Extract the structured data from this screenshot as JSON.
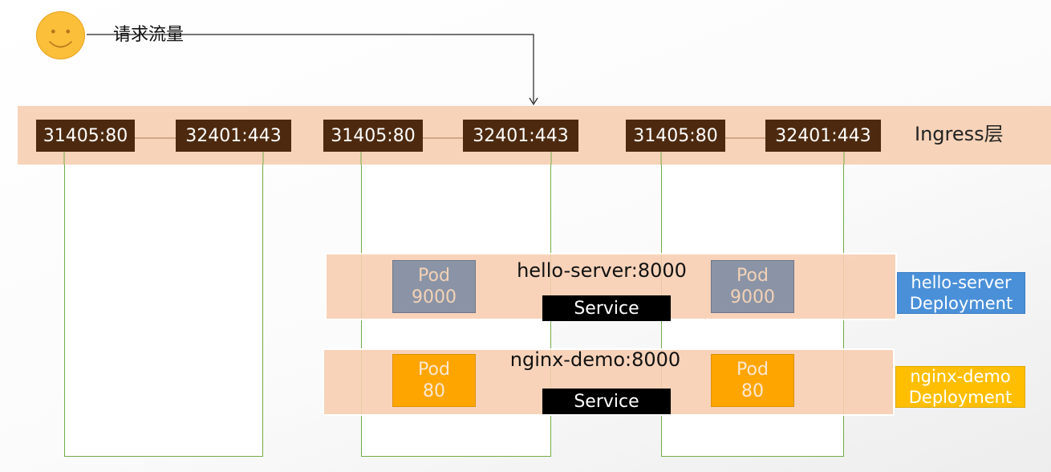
{
  "request": {
    "label": "请求流量",
    "icon": "smiley-face-icon"
  },
  "ingress": {
    "label": "Ingress层",
    "nodes": [
      {
        "http_port": "31405:80",
        "https_port": "32401:443"
      },
      {
        "http_port": "31405:80",
        "https_port": "32401:443"
      },
      {
        "http_port": "31405:80",
        "https_port": "32401:443"
      }
    ]
  },
  "services": [
    {
      "name": "hello-server:8000",
      "service_label": "Service",
      "pods": [
        {
          "title": "Pod",
          "port": "9000"
        },
        {
          "title": "Pod",
          "port": "9000"
        }
      ],
      "deployment": {
        "line1": "hello-server",
        "line2": "Deployment"
      }
    },
    {
      "name": "nginx-demo:8000",
      "service_label": "Service",
      "pods": [
        {
          "title": "Pod",
          "port": "80"
        },
        {
          "title": "Pod",
          "port": "80"
        }
      ],
      "deployment": {
        "line1": "nginx-demo",
        "line2": "Deployment"
      }
    }
  ],
  "colors": {
    "ingress_band": "#f7d3b9",
    "port_box": "#4d2a0f",
    "node_border": "#70ad47",
    "pod_gray": "#8a94a6",
    "pod_orange": "#ffa500",
    "deployment_blue": "#4a90d9",
    "deployment_yellow": "#ffbf00",
    "service_box": "#000000"
  }
}
